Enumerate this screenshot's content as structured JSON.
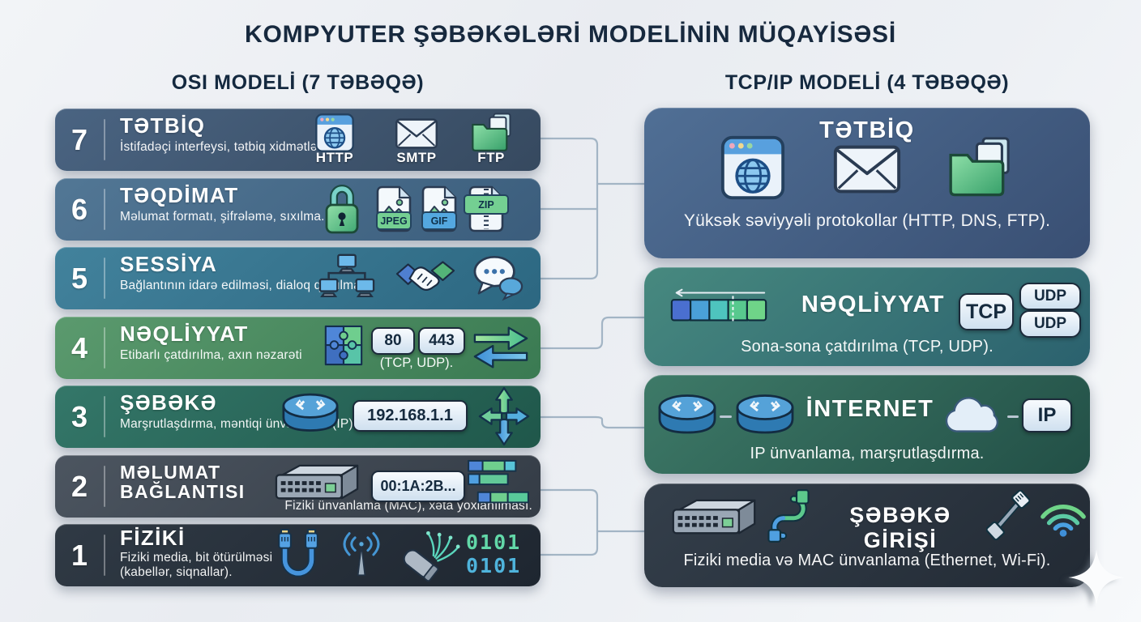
{
  "title": "KOMPYUTER ŞƏBƏKƏLƏRİ MODELİNİN MÜQAYİSƏSİ",
  "osi": {
    "header": "OSI MODELİ (7 TƏBƏQƏ)",
    "layers": [
      {
        "number": "7",
        "title": "TƏTBİQ",
        "subtitle": "İstifadəçi interfeysi, tətbiq xidmətləri",
        "icons": [
          "browser-globe",
          "envelope",
          "folder-files"
        ],
        "icon_labels": [
          "HTTP",
          "SMTP",
          "FTP"
        ]
      },
      {
        "number": "6",
        "title": "TƏQDİMAT",
        "subtitle": "Məlumat formatı, şifrələmə, sıxılma.",
        "icons": [
          "lock",
          "image-file",
          "image-file",
          "zip-file"
        ],
        "file_labels": [
          "JPEG",
          "GIF",
          "ZIP"
        ]
      },
      {
        "number": "5",
        "title": "SESSİYA",
        "subtitle": "Bağlantının idarə edilməsi, dialoq qurulması.",
        "icons": [
          "lan-computers",
          "handshake",
          "chat-bubbles"
        ]
      },
      {
        "number": "4",
        "title": "NƏQLİYYAT",
        "subtitle": "Etibarlı çatdırılma, axın nəzarəti",
        "icons": [
          "puzzle",
          "swap-arrows"
        ],
        "badges": [
          "80",
          "443"
        ],
        "caption": "(TCP, UDP)."
      },
      {
        "number": "3",
        "title": "ŞƏBƏKƏ",
        "subtitle": "Marşrutlaşdırma, məntiqi ünvanlama (IP).",
        "icons": [
          "router",
          "cross-arrows"
        ],
        "badges": [
          "192.168.1.1"
        ]
      },
      {
        "number": "2",
        "title": "MƏLUMAT BAĞLANTISI",
        "subtitle": "Fiziki ünvanlama (MAC), xəta yoxlanılması.",
        "icons": [
          "switch",
          "frame-blocks"
        ],
        "badges": [
          "00:1A:2B..."
        ]
      },
      {
        "number": "1",
        "title": "FİZİKİ",
        "subtitle": "Fiziki media, bit ötürülməsi (kabellər, siqnallar).",
        "icons": [
          "ethernet-cables",
          "antenna",
          "fiber-cable"
        ],
        "binary": [
          "0101",
          "0101"
        ]
      }
    ]
  },
  "tcpip": {
    "header": "TCP/IP MODELİ (4 TƏBƏQƏ)",
    "layers": [
      {
        "title": "TƏTBİQ",
        "subtitle": "Yüksək səviyyəli protokollar (HTTP, DNS, FTP).",
        "icons": [
          "browser-globe",
          "envelope",
          "folder-files"
        ]
      },
      {
        "title": "NƏQLİYYAT",
        "subtitle": "Sona-sona çatdırılma (TCP, UDP).",
        "icons": [
          "packet-bar"
        ],
        "badges": [
          "TCP",
          "UDP",
          "UDP"
        ]
      },
      {
        "title": "İNTERNET",
        "subtitle": "IP ünvanlama, marşrutlaşdırma.",
        "icons": [
          "router",
          "router",
          "cloud"
        ],
        "badges": [
          "IP"
        ]
      },
      {
        "title": "ŞƏBƏKƏ GİRİŞİ",
        "subtitle": "Fiziki media və MAC ünvanlama (Ethernet, Wi-Fi).",
        "icons": [
          "switch",
          "ethernet-s-cable",
          "rj45-link",
          "wifi"
        ]
      }
    ]
  },
  "mappings": [
    {
      "osi_layers": [
        "7",
        "6",
        "5"
      ],
      "tcpip_layer": "TƏTBİQ"
    },
    {
      "osi_layers": [
        "4"
      ],
      "tcpip_layer": "NƏQLİYYAT"
    },
    {
      "osi_layers": [
        "3"
      ],
      "tcpip_layer": "İNTERNET"
    },
    {
      "osi_layers": [
        "2",
        "1"
      ],
      "tcpip_layer": "ŞƏBƏKƏ GİRİŞİ"
    }
  ],
  "colors": {
    "background": "#eef0f4",
    "title_text": "#17293e",
    "connector": "#a3b5c5",
    "osi_rows": [
      "#46607e",
      "#4d7292",
      "#3c7e98",
      "#529468",
      "#2e7264",
      "#49525d",
      "#2a333e"
    ],
    "tcpip_blocks": [
      "#49648c",
      "#3d7f7a",
      "#356f5e",
      "#2e3843"
    ],
    "badge_bg": "#e3eef7",
    "badge_text": "#152a3e",
    "binary_green": "#62d8a8",
    "binary_blue": "#4fb4dc"
  }
}
